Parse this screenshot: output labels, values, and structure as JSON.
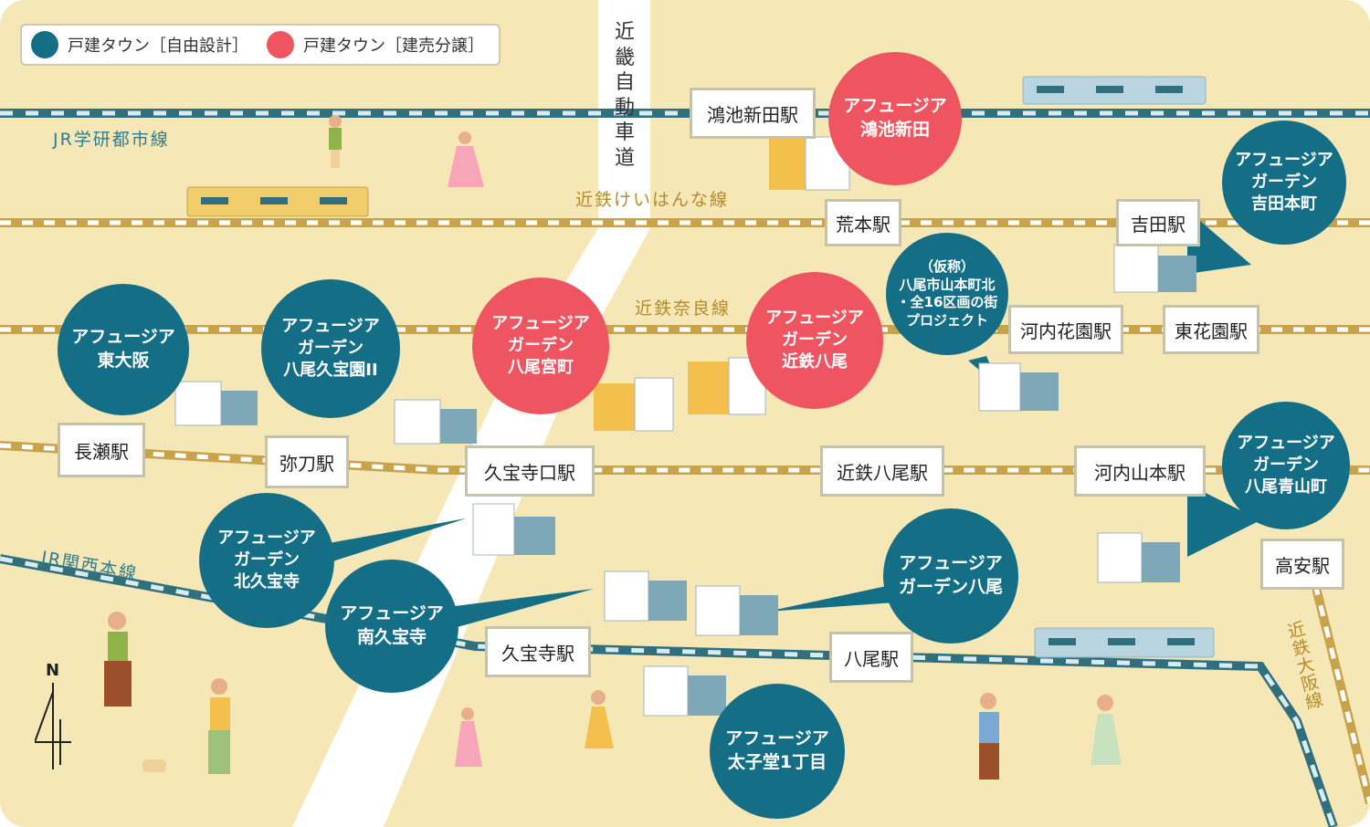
{
  "legend": {
    "jiyu": {
      "label": "戸建タウン［自由設計］",
      "color": "#146f86"
    },
    "tateuri": {
      "label": "戸建タウン［建売分譲］",
      "color": "#ee5560"
    }
  },
  "expressway": {
    "label": "近畿自動車道"
  },
  "lines": {
    "jr_gakken": "JR学研都市線",
    "keihanna": "近鉄けいはんな線",
    "nara": "近鉄奈良線",
    "kansai": "JR関西本線",
    "osaka": "近鉄大阪線"
  },
  "stations": {
    "konoike": "鴻池新田駅",
    "aramoto": "荒本駅",
    "yoshida": "吉田駅",
    "kawachikaen": "河内花園駅",
    "higashikaen": "東花園駅",
    "nagase": "長瀬駅",
    "mito": "弥刀駅",
    "kyuhojiguchi": "久宝寺口駅",
    "kintetsuyao": "近鉄八尾駅",
    "kawachiyamamoto": "河内山本駅",
    "takayasu": "高安駅",
    "kyuhoji": "久宝寺駅",
    "yao": "八尾駅"
  },
  "properties": {
    "konoike_shinden": [
      "アフュージア",
      "鴻池新田"
    ],
    "yoshida_honmachi": [
      "アフュージア",
      "ガーデン",
      "吉田本町"
    ],
    "yamamoto_north": [
      "（仮称）",
      "八尾市山本町北",
      "・全16区画の街",
      "プロジェクト"
    ],
    "higashiosaka": [
      "アフュージア",
      "東大阪"
    ],
    "yao_kyuhoen": [
      "アフュージア",
      "ガーデン",
      "八尾久宝園II"
    ],
    "yao_miyamachi": [
      "アフュージア",
      "ガーデン",
      "八尾宮町"
    ],
    "kintetsu_yao": [
      "アフュージア",
      "ガーデン",
      "近鉄八尾"
    ],
    "aoyamacho": [
      "アフュージア",
      "ガーデン",
      "八尾青山町"
    ],
    "kita_kyuhoji": [
      "アフュージア",
      "ガーデン",
      "北久宝寺"
    ],
    "minami_kyuhoji": [
      "アフュージア",
      "南久宝寺"
    ],
    "garden_yao": [
      "アフュージア",
      "ガーデン八尾"
    ],
    "taishido": [
      "アフュージア",
      "太子堂1丁目"
    ]
  },
  "compass": {
    "label": "N"
  }
}
